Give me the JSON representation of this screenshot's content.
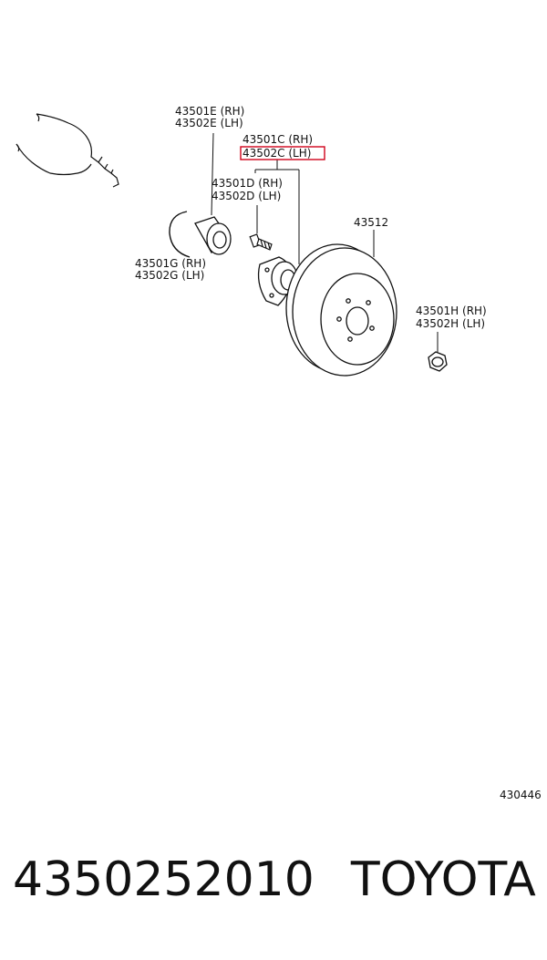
{
  "labels": {
    "e_rh": "43501E (RH)",
    "e_lh": "43502E (LH)",
    "c_rh": "43501C (RH)",
    "c_lh": "43502C (LH)",
    "d_rh": "43501D (RH)",
    "d_lh": "43502D (LH)",
    "disc": "43512",
    "g_rh": "43501G (RH)",
    "g_lh": "43502G (LH)",
    "h_rh": "43501H (RH)",
    "h_lh": "43502H (LH)",
    "diagram_id": "430446"
  },
  "highlight_color": "#d0021b",
  "footer": {
    "part_number": "4350252010",
    "brand": "TOYOTA"
  }
}
